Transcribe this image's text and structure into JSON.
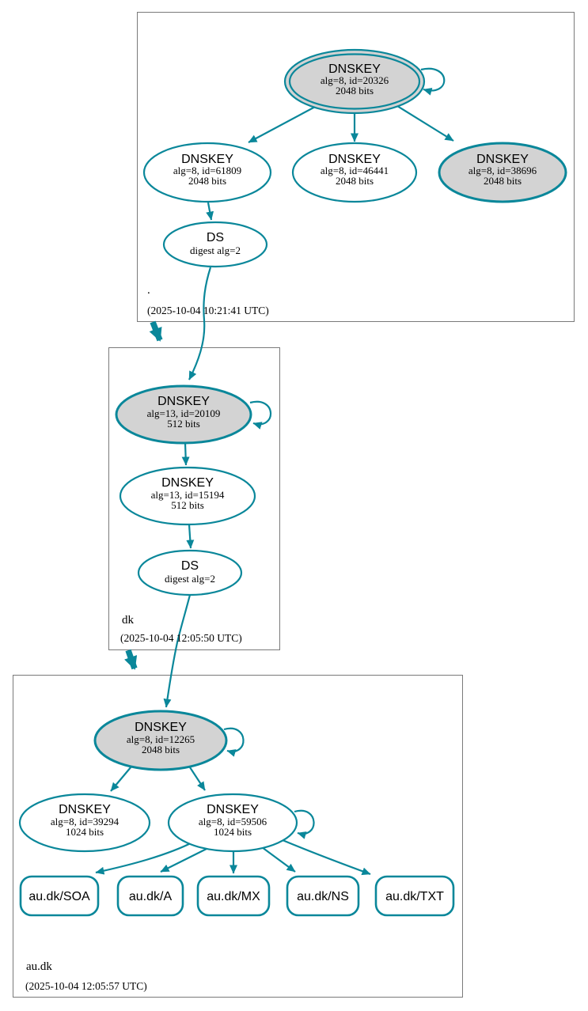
{
  "colors": {
    "edge": "#0a879a",
    "ksk_fill": "#d3d3d3",
    "node_fill": "#ffffff",
    "box_border": "#7a7a7a",
    "text": "#000000",
    "background": "#ffffff"
  },
  "zones": [
    {
      "name": ".",
      "timestamp": "(2025-10-04 10:21:41 UTC)",
      "nodes": {
        "ksk": {
          "title": "DNSKEY",
          "line1": "alg=8, id=20326",
          "line2": "2048 bits"
        },
        "zsk1": {
          "title": "DNSKEY",
          "line1": "alg=8, id=61809",
          "line2": "2048 bits"
        },
        "zsk2": {
          "title": "DNSKEY",
          "line1": "alg=8, id=46441",
          "line2": "2048 bits"
        },
        "zsk3": {
          "title": "DNSKEY",
          "line1": "alg=8, id=38696",
          "line2": "2048 bits"
        },
        "ds": {
          "title": "DS",
          "line1": "digest alg=2"
        }
      }
    },
    {
      "name": "dk",
      "timestamp": "(2025-10-04 12:05:50 UTC)",
      "nodes": {
        "ksk": {
          "title": "DNSKEY",
          "line1": "alg=13, id=20109",
          "line2": "512 bits"
        },
        "zsk": {
          "title": "DNSKEY",
          "line1": "alg=13, id=15194",
          "line2": "512 bits"
        },
        "ds": {
          "title": "DS",
          "line1": "digest alg=2"
        }
      }
    },
    {
      "name": "au.dk",
      "timestamp": "(2025-10-04 12:05:57 UTC)",
      "nodes": {
        "ksk": {
          "title": "DNSKEY",
          "line1": "alg=8, id=12265",
          "line2": "2048 bits"
        },
        "zsk1": {
          "title": "DNSKEY",
          "line1": "alg=8, id=39294",
          "line2": "1024 bits"
        },
        "zsk2": {
          "title": "DNSKEY",
          "line1": "alg=8, id=59506",
          "line2": "1024 bits"
        }
      },
      "rrsets": [
        "au.dk/SOA",
        "au.dk/A",
        "au.dk/MX",
        "au.dk/NS",
        "au.dk/TXT"
      ]
    }
  ]
}
